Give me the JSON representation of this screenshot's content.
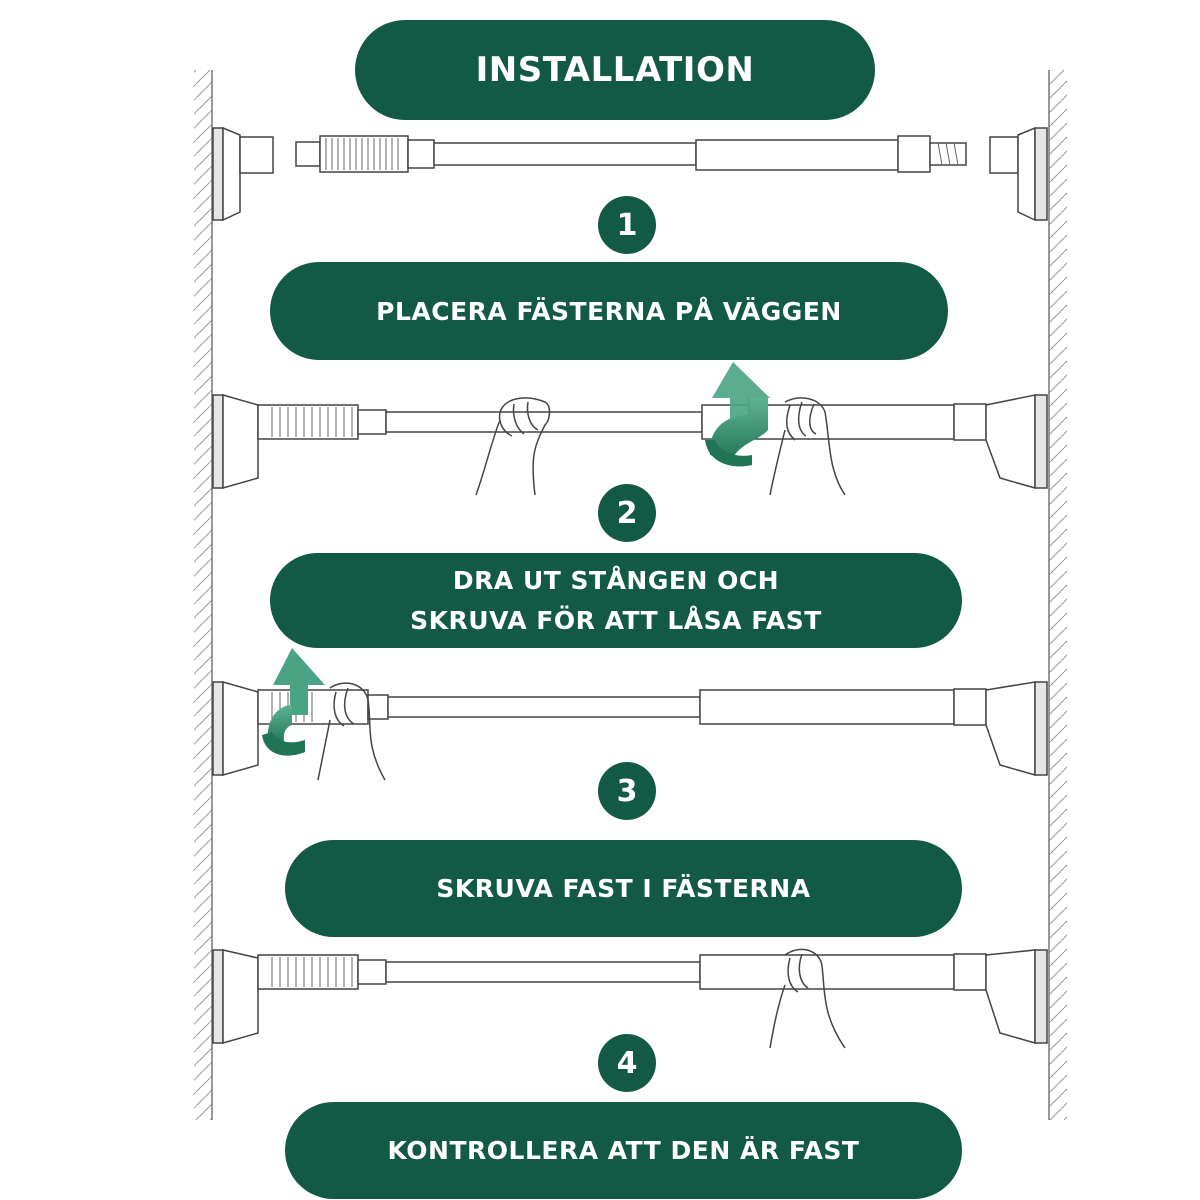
{
  "title": "INSTALLATION",
  "steps": [
    {
      "number": "1",
      "text_lines": [
        "PLACERA FÄSTERNA PÅ VÄGGEN"
      ]
    },
    {
      "number": "2",
      "text_lines": [
        "DRA UT STÅNGEN OCH",
        "SKRUVA FÖR ATT LÅSA FAST"
      ]
    },
    {
      "number": "3",
      "text_lines": [
        "SKRUVA FAST I FÄSTERNA"
      ]
    },
    {
      "number": "4",
      "text_lines": [
        "KONTROLLERA ATT DEN ÄR FAST"
      ]
    }
  ],
  "colors": {
    "accent": "#125a45",
    "arrow": "#2e8a68",
    "line_art": "#444444"
  },
  "icons": [
    "wall-hatch",
    "wall-bracket",
    "tension-rod",
    "hand",
    "rotate-arrow"
  ]
}
